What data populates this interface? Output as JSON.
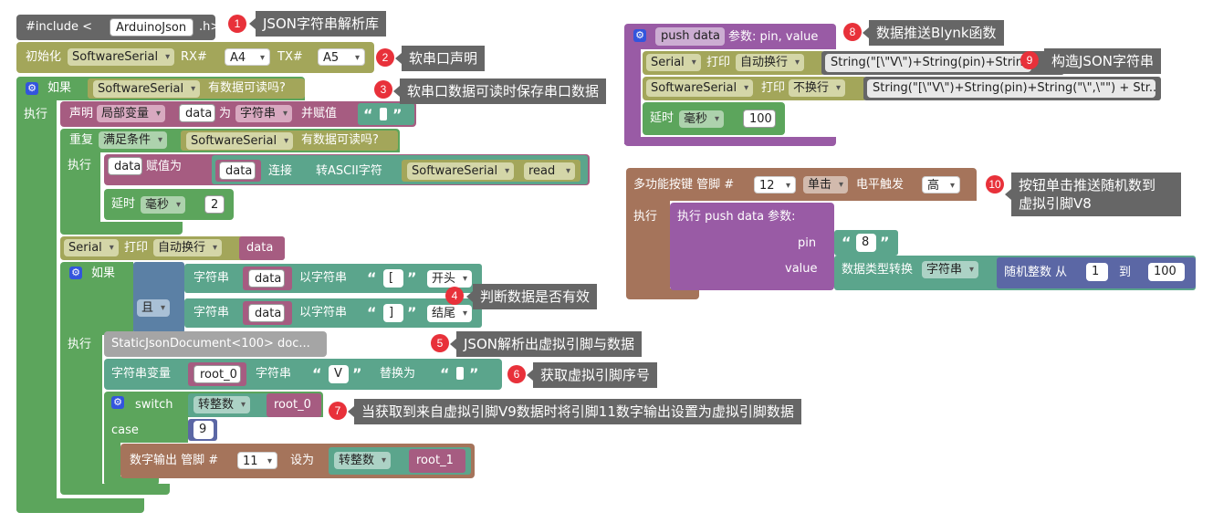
{
  "include_block": {
    "keyword": "#include <",
    "lib": "ArduinoJson",
    "suffix": ".h>"
  },
  "init_block": {
    "label": "初始化",
    "serial": "SoftwareSerial",
    "rx_label": "RX#",
    "rx": "A4",
    "tx_label": "TX#",
    "tx": "A5"
  },
  "if_block": {
    "label": "如果",
    "serial": "SoftwareSerial",
    "readable": "有数据可读吗?",
    "do": "执行"
  },
  "declare_block": {
    "label": "声明",
    "scope": "局部变量",
    "var": "data",
    "as": "为",
    "type": "字符串",
    "assign": "并赋值",
    "open_q": "“",
    "close_q": "”"
  },
  "repeat_block": {
    "label": "重复",
    "mode": "满足条件",
    "serial": "SoftwareSerial",
    "readable": "有数据可读吗?",
    "do": "执行"
  },
  "assign_block": {
    "var": "data",
    "assign": "赋值为",
    "var2": "data",
    "concat": "连接",
    "toascii": "转ASCII字符",
    "serial": "SoftwareSerial",
    "method": "read"
  },
  "delay_block_1": {
    "label": "延时",
    "unit": "毫秒",
    "value": "2"
  },
  "print_block": {
    "serial": "Serial",
    "print": "打印",
    "mode": "自动换行",
    "var": "data"
  },
  "if2_block": {
    "label": "如果",
    "and": "且",
    "do": "执行",
    "cond1": {
      "str": "字符串",
      "var": "data",
      "with": "以字符串",
      "char": "[",
      "pos": "开头"
    },
    "cond2": {
      "str": "字符串",
      "var": "data",
      "with": "以字符串",
      "char": "]",
      "pos": "结尾"
    }
  },
  "json_block": {
    "text": "StaticJsonDocument<100> doc..."
  },
  "strvar_block": {
    "label": "字符串变量",
    "var": "root_0",
    "str": "字符串",
    "char": "V",
    "replace": "替换为"
  },
  "switch_block": {
    "label": "switch",
    "toint": "转整数",
    "var": "root_0",
    "case": "case",
    "case_val": "9"
  },
  "digital_block": {
    "label": "数字输出 管脚 #",
    "pin": "11",
    "set": "设为",
    "toint": "转整数",
    "var": "root_1"
  },
  "push_block": {
    "name": "push data",
    "params": "参数:  pin, value",
    "row1": {
      "serial": "Serial",
      "print": "打印",
      "mode": "自动换行",
      "code": "String(\"[\\\"V\\\")+String(pin)+String(\"\\\",\\\"\") + Str..."
    },
    "row2": {
      "serial": "SoftwareSerial",
      "print": "打印",
      "mode": "不换行",
      "code": "String(\"[\\\"V\\\")+String(pin)+String(\"\\\",\\\"\") + Str..."
    },
    "delay": {
      "label": "延时",
      "unit": "毫秒",
      "value": "100"
    }
  },
  "button_block": {
    "label": "多功能按键 管脚 #",
    "pin": "12",
    "event": "单击",
    "trigger": "电平触发",
    "level": "高",
    "do": "执行",
    "call": "执行  push data  参数:",
    "pin_label": "pin",
    "pin_val": "8",
    "value_label": "value",
    "convert": "数据类型转换",
    "type": "字符串",
    "random": "随机整数 从",
    "from": "1",
    "to": "到",
    "to_val": "100"
  },
  "annotations": [
    {
      "num": "1",
      "text": "JSON字符串解析库"
    },
    {
      "num": "2",
      "text": "软串口声明"
    },
    {
      "num": "3",
      "text": "软串口数据可读时保存串口数据"
    },
    {
      "num": "4",
      "text": "判断数据是否有效"
    },
    {
      "num": "5",
      "text": "JSON解析出虚拟引脚与数据"
    },
    {
      "num": "6",
      "text": "获取虚拟引脚序号"
    },
    {
      "num": "7",
      "text": "当获取到来自虚拟引脚V9数据时将引脚11数字输出设置为虚拟引脚数据"
    },
    {
      "num": "8",
      "text": "数据推送Blynk函数"
    },
    {
      "num": "9",
      "text": "构造JSON字符串"
    },
    {
      "num": "10",
      "text": "按钮单击推送随机数到"
    },
    {
      "num": "",
      "text": "虚拟引脚V8"
    }
  ],
  "colors": {
    "setup": "#666666",
    "serial": "#a3a65a",
    "control": "#5ca55c",
    "var": "#a65c81",
    "text": "#5ba58c",
    "func": "#995ba5",
    "io": "#a5745b",
    "math": "#5b67a5",
    "json": "#a5a5a5"
  }
}
